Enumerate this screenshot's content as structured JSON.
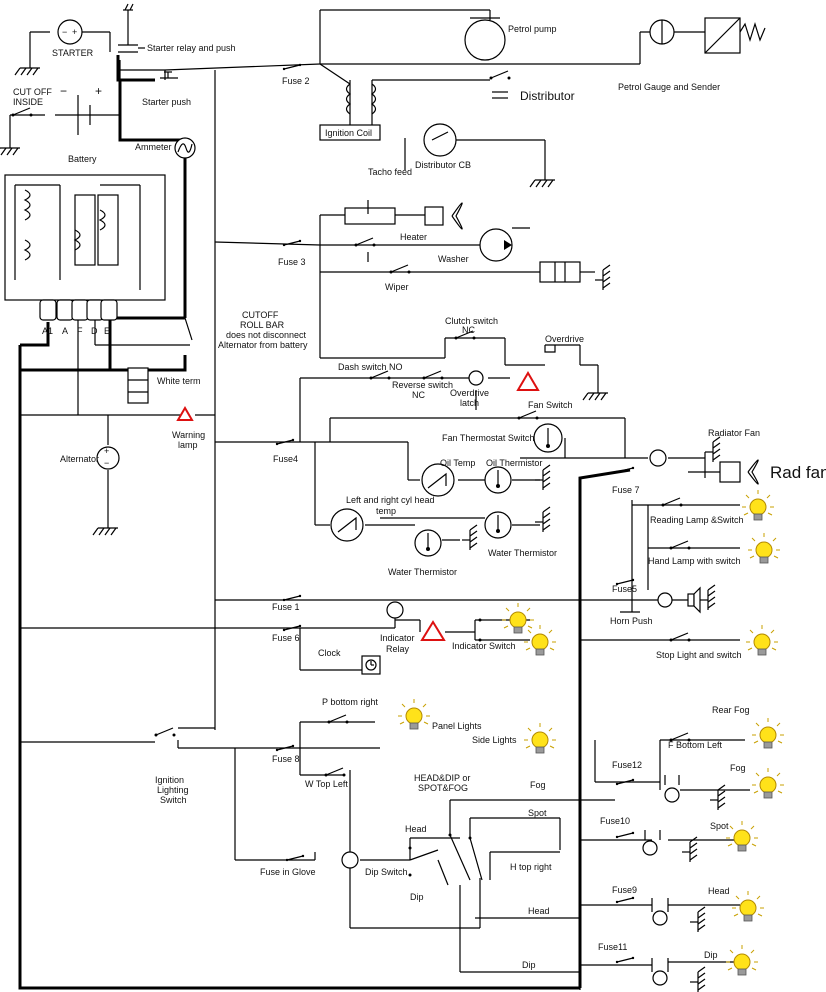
{
  "labels": {
    "starter": "STARTER",
    "starter_relay": "Starter relay and push",
    "starter_push": "Starter push",
    "cutoff_inside_1": "CUT OFF",
    "cutoff_inside_2": "INSIDE",
    "battery": "Battery",
    "ammeter": "Ammeter",
    "fuse2": "Fuse 2",
    "petrol_pump": "Petrol pump",
    "distributor": "Distributor",
    "petrol_gauge": "Petrol Gauge and Sender",
    "ignition_coil": "Ignition Coil",
    "tacho_feed": "Tacho feed",
    "distributor_cb": "Distributor CB",
    "heater": "Heater",
    "fuse3": "Fuse 3",
    "washer": "Washer",
    "wiper": "Wiper",
    "terminal_a1": "A1",
    "terminal_a": "A",
    "terminal_f": "F",
    "terminal_d": "D",
    "terminal_e": "E",
    "cutoff_roll_1": "CUTOFF",
    "cutoff_roll_2": "ROLL BAR",
    "cutoff_roll_3": "does not disconnect",
    "cutoff_roll_4": "Alternator from battery",
    "clutch_switch_1": "Clutch switch",
    "clutch_switch_2": "NC",
    "overdrive": "Overdrive",
    "dash_switch": "Dash switch NO",
    "reverse_switch_1": "Reverse switch",
    "reverse_switch_2": "NC",
    "overdrive_latch_1": "Overdrive",
    "overdrive_latch_2": "latch",
    "white_term": "White term",
    "fan_switch": "Fan Switch",
    "warning_lamp_1": "Warning",
    "warning_lamp_2": "lamp",
    "fan_thermostat": "Fan Thermostat Switch",
    "radiator_fan": "Radiator Fan",
    "alternator": "Alternator",
    "fuse4": "Fuse4",
    "oil_temp": "Oil Temp",
    "oil_thermistor": "Oil Thermistor",
    "rad_fan": "Rad fan",
    "fuse7": "Fuse 7",
    "cyl_head_1": "Left and right cyl head",
    "cyl_head_2": "temp",
    "reading_lamp": "Reading Lamp &Switch",
    "water_thermistor_right": "Water Thermistor",
    "water_thermistor_left": "Water Thermistor",
    "hand_lamp": "Hand Lamp with switch",
    "fuse5": "Fuse5",
    "fuse1": "Fuse 1",
    "horn_push": "Horn Push",
    "fuse6": "Fuse 6",
    "indicator_relay_1": "Indicator",
    "indicator_relay_2": "Relay",
    "indicator_switch": "Indicator Switch",
    "clock": "Clock",
    "stop_light": "Stop Light and switch",
    "p_bottom_right": "P bottom right",
    "rear_fog": "Rear Fog",
    "panel_lights": "Panel Lights",
    "side_lights": "Side Lights",
    "f_bottom_left": "F Bottom Left",
    "fuse8": "Fuse 8",
    "fuse12": "Fuse12",
    "fog_right": "Fog",
    "w_top_left": "W Top Left",
    "head_dip_1": "HEAD&DIP or",
    "head_dip_2": "SPOT&FOG",
    "fog_mid": "Fog",
    "ignition_1": "Ignition",
    "ignition_2": "Lighting",
    "ignition_3": "Switch",
    "spot_mid": "Spot",
    "fuse10": "Fuse10",
    "spot_right": "Spot",
    "head_left": "Head",
    "h_top_right": "H top right",
    "fuse_glove": "Fuse in Glove",
    "dip_switch": "Dip Switch",
    "fuse9": "Fuse9",
    "head_right": "Head",
    "dip_left": "Dip",
    "head_mid": "Head",
    "fuse11": "Fuse11",
    "dip_mid": "Dip",
    "dip_right": "Dip"
  },
  "colors": {
    "wire": "#000000",
    "warning_triangle": "#dd1111",
    "bulb": "#ffe21a"
  },
  "icons": {
    "lamp": "light-bulb-icon",
    "warning": "warning-triangle-icon",
    "ground": "ground-icon",
    "fuse": "fuse-icon",
    "switch": "switch-icon",
    "fan": "fan-icon",
    "clock": "clock-icon",
    "horn": "horn-icon",
    "battery": "battery-icon",
    "motor": "motor-icon"
  }
}
